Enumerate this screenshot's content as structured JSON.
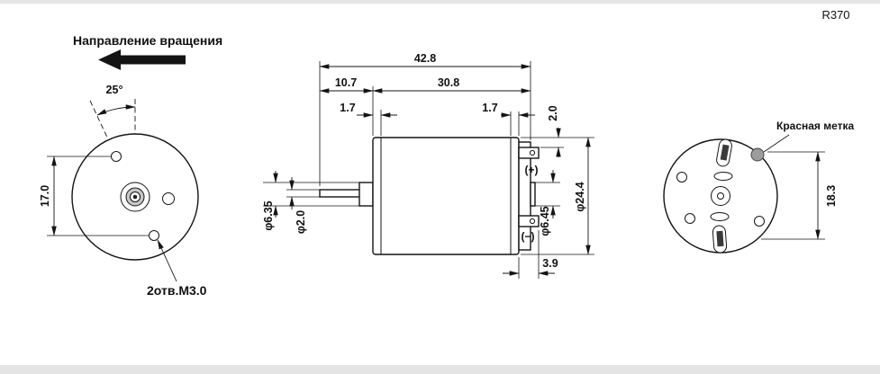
{
  "page": {
    "model": "R370"
  },
  "labels": {
    "rotation_direction": "Направление вращения",
    "red_mark": "Красная метка",
    "mounting_holes": "2отв.М3.0"
  },
  "front_view": {
    "hole_angle": "25°",
    "hole_spacing": "17.0"
  },
  "side_view": {
    "total_length": "42.8",
    "shaft_length": "10.7",
    "body_length": "30.8",
    "front_lip": "1.7",
    "rear_lip": "1.7",
    "terminal_offset": "2.0",
    "front_boss_diameter": "φ6.35",
    "shaft_diameter": "φ2.0",
    "body_diameter": "φ24.4",
    "rear_boss_diameter": "φ6.45",
    "terminal_length": "3.9",
    "positive_terminal": "(+)",
    "negative_terminal": "(−)"
  },
  "rear_view": {
    "terminal_spacing": "18.3"
  }
}
